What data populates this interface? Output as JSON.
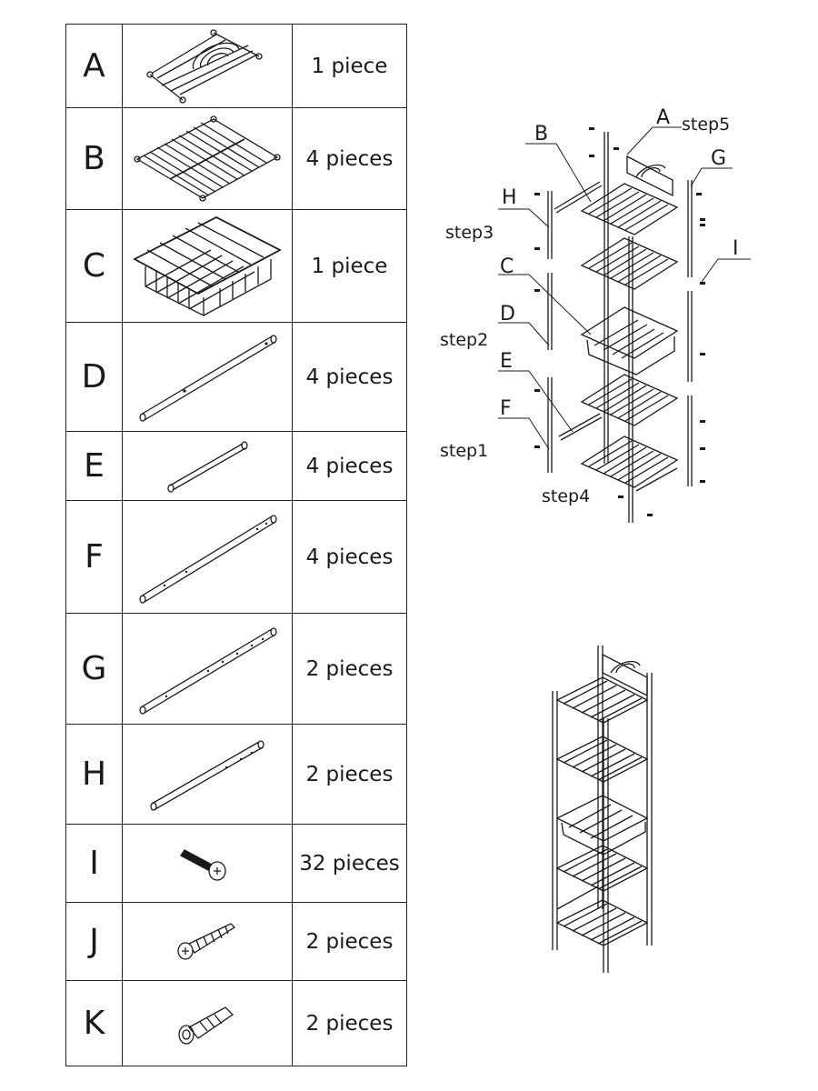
{
  "parts": [
    {
      "letter": "A",
      "quantity": "1 piece",
      "icon": "top-rack-with-arc-icon"
    },
    {
      "letter": "B",
      "quantity": "4 pieces",
      "icon": "shelf-rack-icon"
    },
    {
      "letter": "C",
      "quantity": "1 piece",
      "icon": "wire-basket-icon"
    },
    {
      "letter": "D",
      "quantity": "4 pieces",
      "icon": "long-rod-icon"
    },
    {
      "letter": "E",
      "quantity": "4 pieces",
      "icon": "short-rod-icon"
    },
    {
      "letter": "F",
      "quantity": "4 pieces",
      "icon": "long-rod-with-holes-icon"
    },
    {
      "letter": "G",
      "quantity": "2 pieces",
      "icon": "long-rod-with-holes-icon"
    },
    {
      "letter": "H",
      "quantity": "2 pieces",
      "icon": "medium-rod-icon"
    },
    {
      "letter": "I",
      "quantity": "32 pieces",
      "icon": "machine-screw-icon"
    },
    {
      "letter": "J",
      "quantity": "2 pieces",
      "icon": "wood-screw-icon"
    },
    {
      "letter": "K",
      "quantity": "2 pieces",
      "icon": "wall-anchor-icon"
    }
  ],
  "exploded_view": {
    "part_labels": {
      "a": "A",
      "b": "B",
      "c": "C",
      "d": "D",
      "e": "E",
      "f": "F",
      "g": "G",
      "h": "H",
      "i": "I"
    },
    "steps": {
      "step1": "step1",
      "step2": "step2",
      "step3": "step3",
      "step4": "step4",
      "step5": "step5"
    }
  }
}
